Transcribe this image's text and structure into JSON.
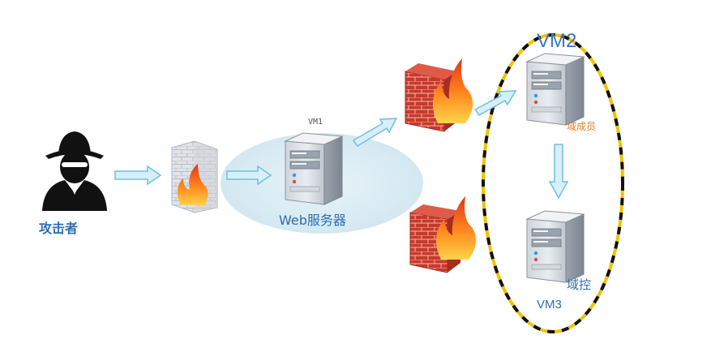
{
  "labels": {
    "attacker": "攻击者",
    "vm1": "VM1",
    "web_server": "Web服务器",
    "vm2": "VM2",
    "domain_member": "域成员",
    "domain_controller": "域控",
    "vm3": "VM3"
  },
  "icons": {
    "attacker": "hacker-icon",
    "firewall": "firewall-icon",
    "server": "server-tower-icon",
    "arrow": "arrow-icon"
  },
  "colors": {
    "label_blue": "#2f6db0",
    "member_orange": "#f07a2a",
    "ellipse_yellow": "#f2c200",
    "ellipse_black": "#111111",
    "web_zone": "#dcecf4",
    "arrow_fill": "#d9eef7",
    "arrow_stroke": "#6fbfdf"
  }
}
